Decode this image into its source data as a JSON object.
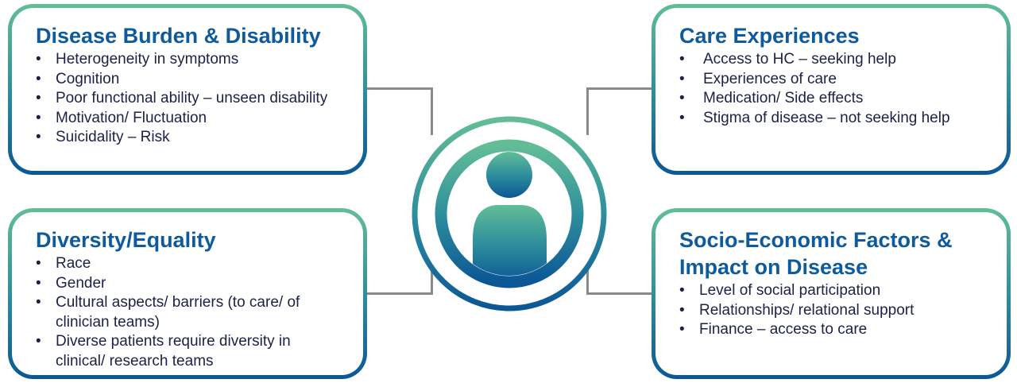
{
  "boxes": {
    "disease_burden": {
      "title": "Disease Burden & Disability",
      "items": [
        "Heterogeneity in symptoms",
        "Cognition",
        "Poor functional ability – unseen disability",
        "Motivation/ Fluctuation",
        "Suicidality – Risk"
      ]
    },
    "care_experiences": {
      "title": "Care Experiences",
      "items": [
        "Access to HC – seeking help",
        "Experiences of care",
        "Medication/ Side effects",
        "Stigma of disease – not seeking help"
      ]
    },
    "diversity": {
      "title": "Diversity/Equality",
      "items": [
        "Race",
        "Gender",
        "Cultural aspects/ barriers (to care/ of clinician teams)",
        "Diverse patients require diversity in clinical/ research teams"
      ]
    },
    "socio_economic": {
      "title": "Socio-Economic Factors & Impact on Disease",
      "items": [
        "Level of social participation",
        "Relationships/ relational support",
        "Finance – access to care"
      ]
    }
  },
  "center_icon": "person-icon",
  "colors": {
    "gradient_top": "#62bd97",
    "gradient_bottom": "#0b5796",
    "title": "#0d5a9c",
    "text": "#1b2147",
    "connector": "#8a8a8a"
  }
}
